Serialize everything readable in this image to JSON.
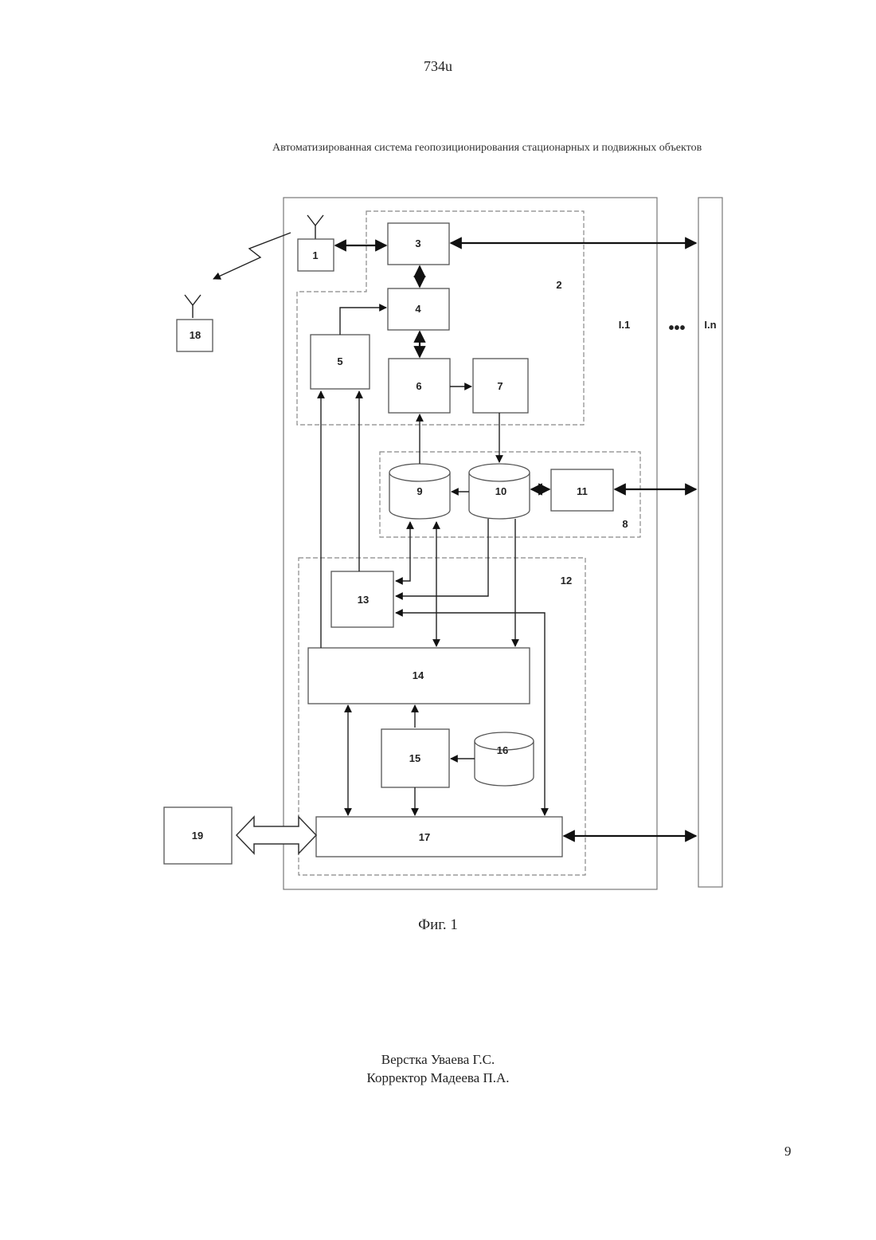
{
  "header": {
    "doc_number": "734u",
    "title": "Автоматизированная система геопозиционирования стационарных и подвижных объектов"
  },
  "diagram": {
    "blocks": {
      "b1": "1",
      "b2": "2",
      "b3": "3",
      "b4": "4",
      "b5": "5",
      "b6": "6",
      "b7": "7",
      "b8": "8",
      "b9": "9",
      "b10": "10",
      "b11": "11",
      "b12": "12",
      "b13": "13",
      "b14": "14",
      "b15": "15",
      "b16": "16",
      "b17": "17",
      "b18": "18",
      "b19": "19"
    },
    "segment_first": "I.1",
    "segment_ellipsis": "•••",
    "segment_last": "I.n"
  },
  "figure_caption": "Фиг. 1",
  "credits": {
    "layout": "Верстка Уваева Г.С.",
    "corrector": "Корректор Мадеева П.А."
  },
  "page_number": "9"
}
